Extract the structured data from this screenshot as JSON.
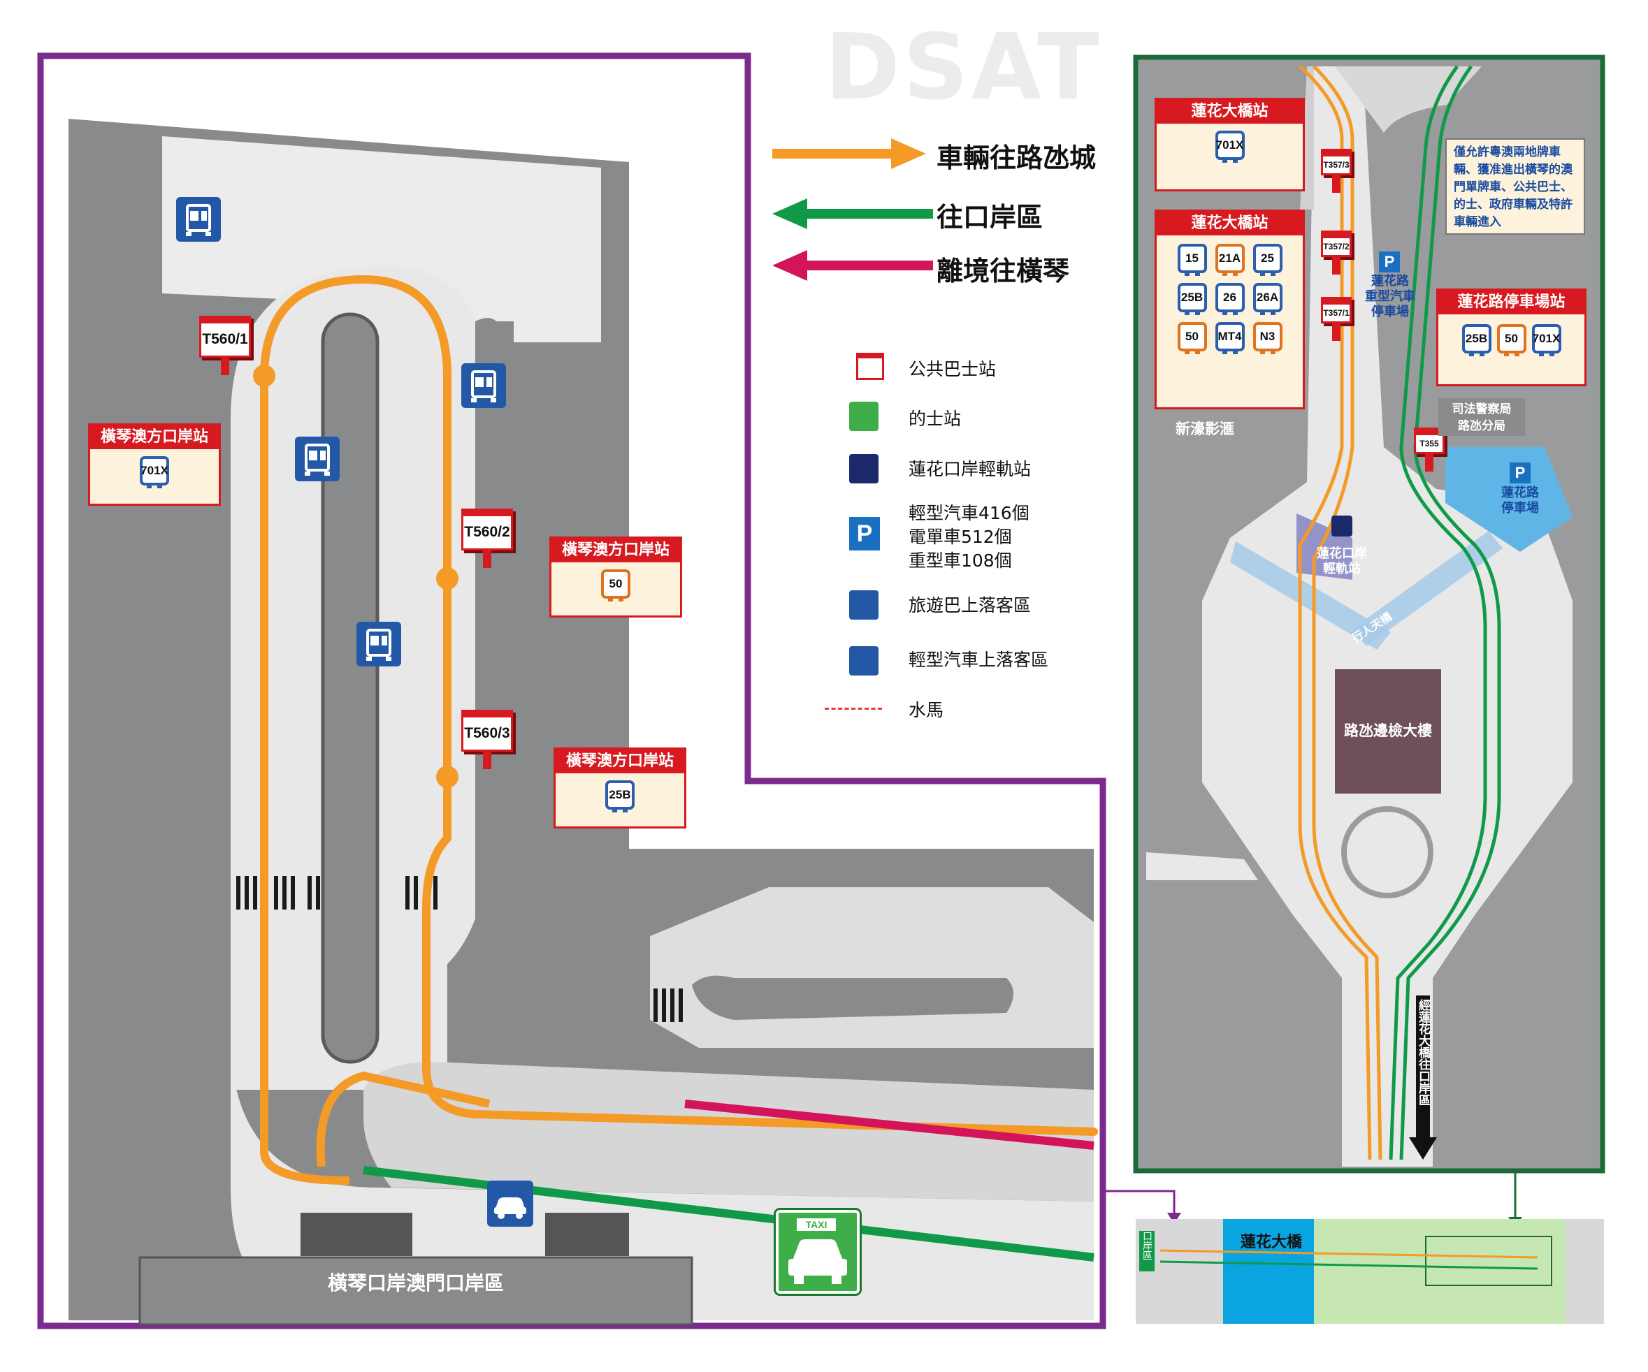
{
  "watermark": "DSAT",
  "legend": {
    "items": [
      {
        "label": "車輛往路氹城",
        "color": "#f39a27"
      },
      {
        "label": "往口岸區",
        "color": "#109a48"
      },
      {
        "label": "離境往橫琴",
        "color": "#d4145a"
      }
    ]
  },
  "key": {
    "bus_stop": "公共巴士站",
    "taxi_stand": "的士站",
    "lrt_station": "蓮花口岸輕軌站",
    "parking": [
      "輕型汽車416個",
      "電單車512個",
      "重型車108個"
    ],
    "parking_letter": "P",
    "tour_bus": "旅遊巴上落客區",
    "car_dropoff": "輕型汽車上落客區",
    "barrier": "水馬"
  },
  "left_map": {
    "stops": [
      {
        "code": "T560/1",
        "name": "橫琴澳方口岸站",
        "routes": [
          "701X"
        ]
      },
      {
        "code": "T560/2",
        "name": "橫琴澳方口岸站",
        "routes": [
          "50"
        ]
      },
      {
        "code": "T560/3",
        "name": "橫琴澳方口岸站",
        "routes": [
          "25B"
        ]
      }
    ],
    "building_label": "橫琴口岸澳門口岸區",
    "taxi_text": "TAXI"
  },
  "right_map": {
    "stop_a": {
      "name": "蓮花大橋站",
      "routes": [
        "701X"
      ]
    },
    "stop_b": {
      "name": "蓮花大橋站",
      "routes": [
        "15",
        "21A",
        "25",
        "25B",
        "26",
        "26A",
        "50",
        "MT4",
        "N3"
      ]
    },
    "stop_c": {
      "name": "蓮花路停車場站",
      "routes": [
        "25B",
        "50",
        "701X"
      ]
    },
    "sign_codes": [
      "T357/3",
      "T357/2",
      "T357/1",
      "T355"
    ],
    "note": "僅允許粵澳兩地牌車輛、獲准進出橫琴的澳門單牌車、公共巴士、的士、政府車輛及特許車輛進入",
    "heavy_parking": [
      "蓮花路",
      "重型汽車",
      "停車場"
    ],
    "police": [
      "司法警察局",
      "路氹分局"
    ],
    "xinhao": "新濠影滙",
    "lrt": [
      "蓮花口岸",
      "輕軌站"
    ],
    "footbridge": "行人天橋",
    "border_building": "路氹邊檢大樓",
    "lotus_parking": [
      "蓮花路",
      "停車場"
    ],
    "via_label": "經蓮花大橋往口岸區"
  },
  "inset": {
    "bridge": "蓮花大橋",
    "port": "口岸區"
  },
  "route_colors": {
    "blue": "#2b5fae",
    "orange": "#e0731f"
  }
}
